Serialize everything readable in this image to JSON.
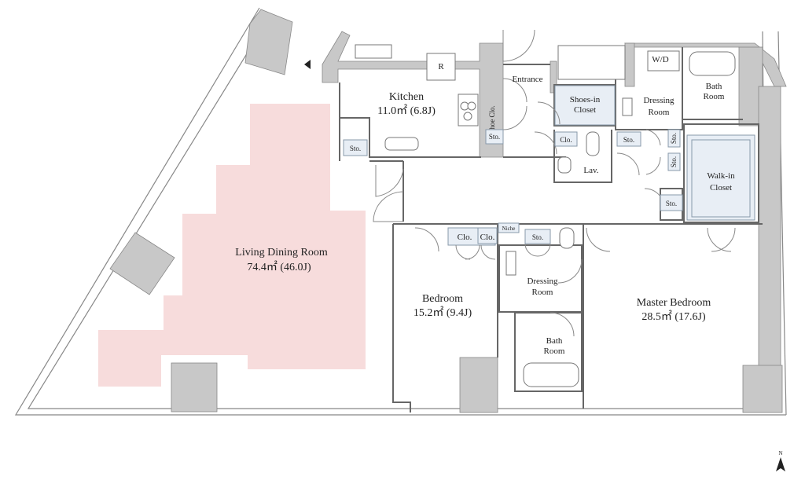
{
  "rooms": {
    "living": {
      "name": "Living Dining Room",
      "area": "74.4㎡ (46.0J)"
    },
    "kitchen": {
      "name": "Kitchen",
      "area": "11.0㎡ (6.8J)"
    },
    "bedroom": {
      "name": "Bedroom",
      "area": "15.2㎡ (9.4J)"
    },
    "master": {
      "name": "Master Bedroom",
      "area": "28.5㎡ (17.6J)"
    },
    "entrance": "Entrance",
    "shoes_line1": "Shoes-in",
    "shoes_line2": "Closet",
    "shoe_clo": "Shoe Clo.",
    "dressing1_line1": "Dressing",
    "dressing1_line2": "Room",
    "dressing2_line1": "Dressing",
    "dressing2_line2": "Room",
    "bath1_line1": "Bath",
    "bath1_line2": "Room",
    "bath2_line1": "Bath",
    "bath2_line2": "Room",
    "walkin_line1": "Walk-in",
    "walkin_line2": "Closet",
    "lav": "Lav.",
    "wd": "W/D",
    "r": "R",
    "niche": "Niche",
    "sto": "Sto.",
    "clo": "Clo."
  },
  "compass": {
    "north": "N"
  },
  "colors": {
    "wall": "#c8c8c8",
    "living_fill": "#f7dcdc",
    "closet_fill": "#e8eef5",
    "line": "#777777"
  }
}
